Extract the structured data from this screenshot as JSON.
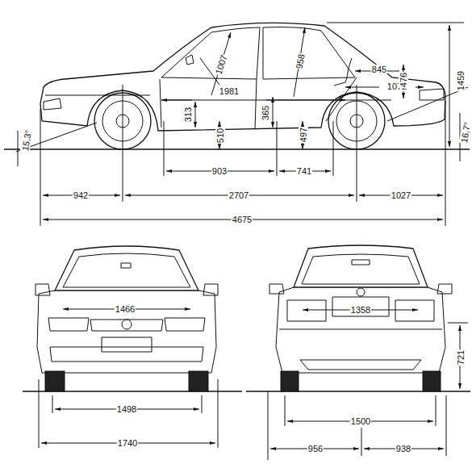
{
  "diagram": {
    "labels": [
      "1007",
      "958",
      "845",
      "1981",
      "1072",
      "476",
      "1459",
      "313",
      "365",
      "510",
      "497",
      "15,3°",
      "16,7°",
      "903",
      "741",
      "942",
      "2707",
      "1027",
      "4675",
      "1466",
      "1358",
      "1498",
      "1740",
      "1500",
      "721",
      "956",
      "938"
    ]
  }
}
